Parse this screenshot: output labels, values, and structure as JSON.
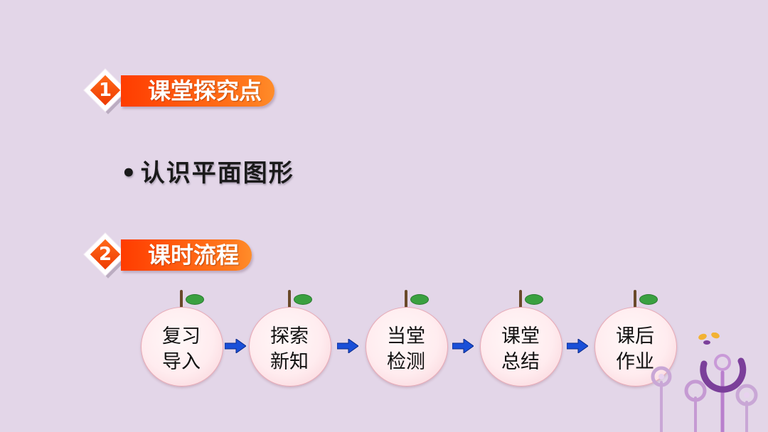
{
  "section1": {
    "number": "1",
    "title": "课堂探究点"
  },
  "bullet": {
    "dot": "•",
    "text": "认识平面图形"
  },
  "section2": {
    "number": "2",
    "title": "课时流程"
  },
  "flow": {
    "steps": [
      {
        "line1": "复习",
        "line2": "导入"
      },
      {
        "line1": "探索",
        "line2": "新知"
      },
      {
        "line1": "当堂",
        "line2": "检测"
      },
      {
        "line1": "课堂",
        "line2": "总结"
      },
      {
        "line1": "课后",
        "line2": "作业"
      }
    ]
  },
  "colors": {
    "accent": "#ff5a10",
    "background": "#e3d6e8",
    "arrow": "#1a4fd8"
  }
}
